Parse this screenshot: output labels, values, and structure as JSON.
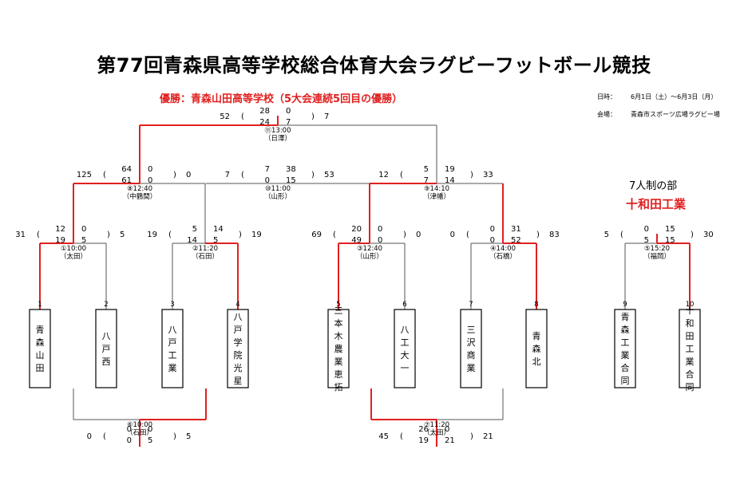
{
  "title": "第77回青森県高等学校総合体育大会ラグビーフットボール競技",
  "champion": "優勝：青森山田高等学校（5大会連続5回目の優勝）",
  "info": {
    "date_label": "日時：",
    "date_value": "6月1日（土）～6月3日（月）",
    "venue_label": "会場：",
    "venue_value": "青森市スポーツ広場ラグビー場"
  },
  "sevens": {
    "label": "7人制の部",
    "winner": "十和田工業"
  },
  "teams": [
    {
      "seed": "1",
      "name": "青森山田"
    },
    {
      "seed": "2",
      "name": "八戸西"
    },
    {
      "seed": "3",
      "name": "八戸工業"
    },
    {
      "seed": "4",
      "name": "八戸学院光星"
    },
    {
      "seed": "5",
      "name": "三本木農業恵拓"
    },
    {
      "seed": "6",
      "name": "八工大一"
    },
    {
      "seed": "7",
      "name": "三沢商業"
    },
    {
      "seed": "8",
      "name": "青森北"
    },
    {
      "seed": "9",
      "name": "青森工業合同"
    },
    {
      "seed": "10",
      "name": "十和田工業合同"
    }
  ],
  "matches": [
    {
      "id": "m1",
      "info": "①10:00",
      "venue": "（太田）",
      "left_total": "31",
      "left_halves": [
        "12",
        "19"
      ],
      "right_halves": [
        "0",
        "5"
      ],
      "right_total": "5"
    },
    {
      "id": "m2",
      "info": "②11:20",
      "venue": "（石田）",
      "left_total": "19",
      "left_halves": [
        "5",
        "14"
      ],
      "right_halves": [
        "14",
        "5"
      ],
      "right_total": "19"
    },
    {
      "id": "m3",
      "info": "③12:40",
      "venue": "（山形）",
      "left_total": "69",
      "left_halves": [
        "20",
        "49"
      ],
      "right_halves": [
        "0",
        "0"
      ],
      "right_total": "0"
    },
    {
      "id": "m4",
      "info": "④14:00",
      "venue": "（石橋）",
      "left_total": "0",
      "left_halves": [
        "0",
        "0"
      ],
      "right_halves": [
        "31",
        "52"
      ],
      "right_total": "83"
    },
    {
      "id": "m5",
      "info": "⑤15:20",
      "venue": "（福岡）",
      "left_total": "5",
      "left_halves": [
        "0",
        "5"
      ],
      "right_halves": [
        "15",
        "15"
      ],
      "right_total": "30"
    },
    {
      "id": "m6",
      "info": "⑥10:00",
      "venue": "（石田）",
      "left_total": "0",
      "left_halves": [
        "0",
        "0"
      ],
      "right_halves": [
        "0",
        "5"
      ],
      "right_total": "5"
    },
    {
      "id": "m7",
      "info": "⑦11:20",
      "venue": "（太田）",
      "left_total": "45",
      "left_halves": [
        "26",
        "19"
      ],
      "right_halves": [
        "0",
        "21"
      ],
      "right_total": "21"
    },
    {
      "id": "m8",
      "info": "⑧12:40",
      "venue": "（中鶴間）",
      "left_total": "125",
      "left_halves": [
        "64",
        "61"
      ],
      "right_halves": [
        "0",
        "0"
      ],
      "right_total": "0"
    },
    {
      "id": "m9",
      "info": "⑨14:10",
      "venue": "（津幡）",
      "left_total": "12",
      "left_halves": [
        "5",
        "7"
      ],
      "right_halves": [
        "19",
        "14"
      ],
      "right_total": "33"
    },
    {
      "id": "m10",
      "info": "⑩11:00",
      "venue": "（山形）",
      "left_total": "7",
      "left_halves": [
        "7",
        "0"
      ],
      "right_halves": [
        "38",
        "15"
      ],
      "right_total": "53"
    },
    {
      "id": "m11",
      "info": "⑪13:00",
      "venue": "（日澤）",
      "left_total": "52",
      "left_halves": [
        "28",
        "24"
      ],
      "right_halves": [
        "0",
        "7"
      ],
      "right_total": "7"
    }
  ],
  "colors": {
    "winner_line": "#e02020",
    "loser_line": "#555555",
    "accent_text": "#e02020"
  }
}
